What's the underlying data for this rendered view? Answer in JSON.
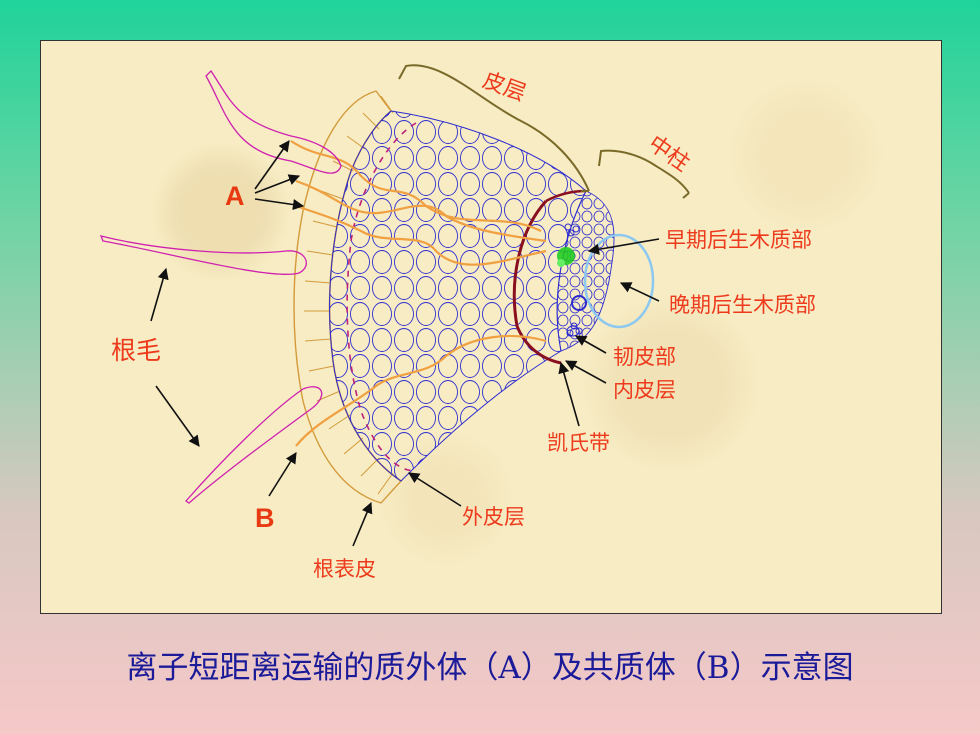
{
  "labels": {
    "cortex": "皮层",
    "stele": "中柱",
    "early_metaxylem": "早期后生木质部",
    "late_metaxylem": "晚期后生木质部",
    "phloem": "韧皮部",
    "endodermis": "内皮层",
    "casparian_strip": "凯氏带",
    "exodermis": "外皮层",
    "rhizodermis": "根表皮",
    "root_hair": "根毛",
    "apoplast_marker": "A",
    "symplast_marker": "B"
  },
  "caption": "离子短距离运输的质外体（A）及共质体（B）示意图",
  "colors": {
    "label_red": "#ee3a1c",
    "caption_blue": "#1b1b9a",
    "cell_blue": "#2b2bd0",
    "epidermis_orange": "#d49a3a",
    "root_hair_magenta": "#d020b0",
    "casparian_dark_red": "#8a1020",
    "early_xylem_green": "#22cc22",
    "late_xylem_light_blue": "#8cc8f0",
    "apoplast_path_orange": "#f0a040"
  }
}
